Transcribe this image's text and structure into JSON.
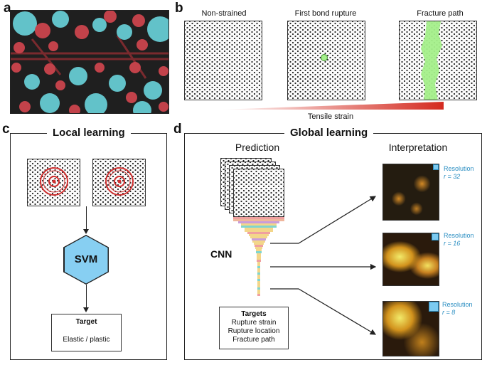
{
  "panels": {
    "a": {
      "label": "a"
    },
    "b": {
      "label": "b",
      "stages": [
        "Non-strained",
        "First bond rupture",
        "Fracture path"
      ],
      "strain_label": "Tensile strain"
    },
    "c": {
      "label": "c",
      "title": "Local learning",
      "classifier": "SVM",
      "target_heading": "Target",
      "target_value": "Elastic / plastic"
    },
    "d": {
      "label": "d",
      "title": "Global learning",
      "prediction": "Prediction",
      "interpretation": "Interpretation",
      "network": "CNN",
      "targets_heading": "Targets",
      "targets": [
        "Rupture strain",
        "Rupture location",
        "Fracture path"
      ],
      "resolutions": [
        {
          "label": "Resolution",
          "value": "r = 32"
        },
        {
          "label": "Resolution",
          "value": "r = 16"
        },
        {
          "label": "Resolution",
          "value": "r = 8"
        }
      ]
    }
  },
  "colors": {
    "oxygen": "#c2424a",
    "silicon": "#62c2c9",
    "strain_gradient": "#d42a1f",
    "highlight": "#a4ef8a",
    "svm": "#87cff2",
    "resolution_text": "#2a8ec2"
  }
}
